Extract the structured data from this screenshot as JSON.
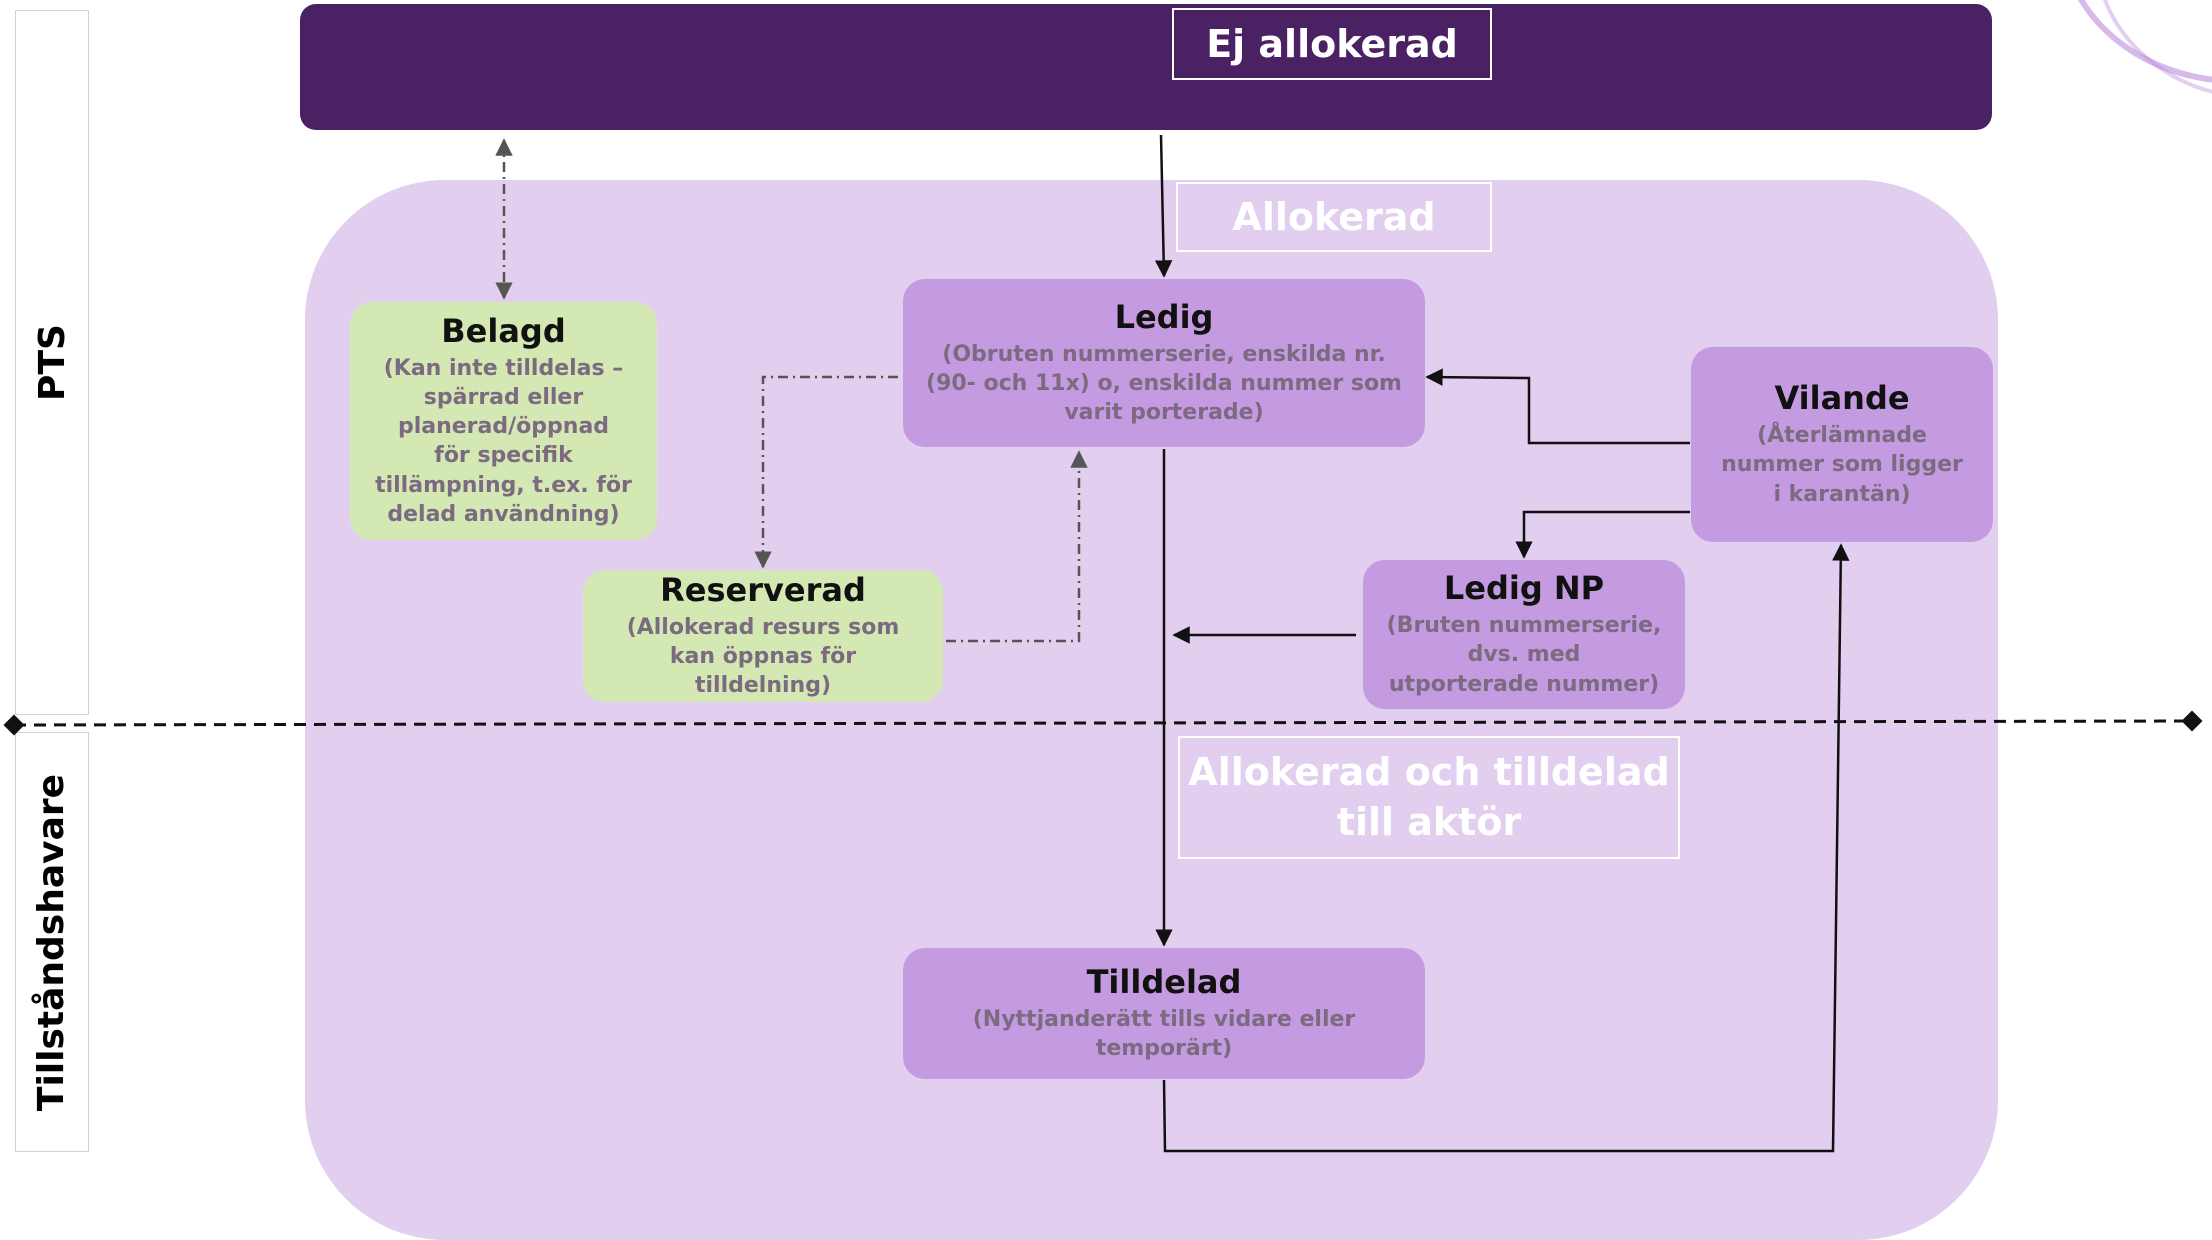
{
  "lanes": {
    "upper": "PTS",
    "lower": "Tillståndshavare"
  },
  "zones": {
    "unallocated": "Ej allokerad",
    "allocated": "Allokerad",
    "assigned_line1": "Allokerad och tilldelad",
    "assigned_line2": "till aktör"
  },
  "nodes": {
    "belagd": {
      "title": "Belagd",
      "desc": [
        "(Kan inte tilldelas –",
        "spärrad eller",
        "planerad/öppnad",
        "för specifik",
        "tillämpning, t.ex. för",
        "delad användning)"
      ]
    },
    "ledig": {
      "title": "Ledig",
      "desc": [
        "(Obruten nummerserie, enskilda nr.",
        "(90- och 11x) o, enskilda nummer som",
        "varit porterade)"
      ]
    },
    "vilande": {
      "title": "Vilande",
      "desc": [
        "(Återlämnade",
        "nummer som ligger",
        "i karantän)"
      ]
    },
    "reserverad": {
      "title": "Reserverad",
      "desc": [
        "(Allokerad resurs som",
        "kan öppnas för",
        "tilldelning)"
      ]
    },
    "ledig_np": {
      "title": "Ledig NP",
      "desc": [
        "(Bruten nummerserie,",
        "dvs.  med",
        "utporterade nummer)"
      ]
    },
    "tilldelad": {
      "title": "Tilldelad",
      "desc": [
        "(Nyttjanderätt tills vidare eller",
        "temporärt)"
      ]
    }
  },
  "colors": {
    "top_bar": "#4a2163",
    "allocated_area": "#e2cff0",
    "node_purple": "#c49be0",
    "node_green": "#d4e8b3",
    "desc_text": "#7b6a80"
  }
}
